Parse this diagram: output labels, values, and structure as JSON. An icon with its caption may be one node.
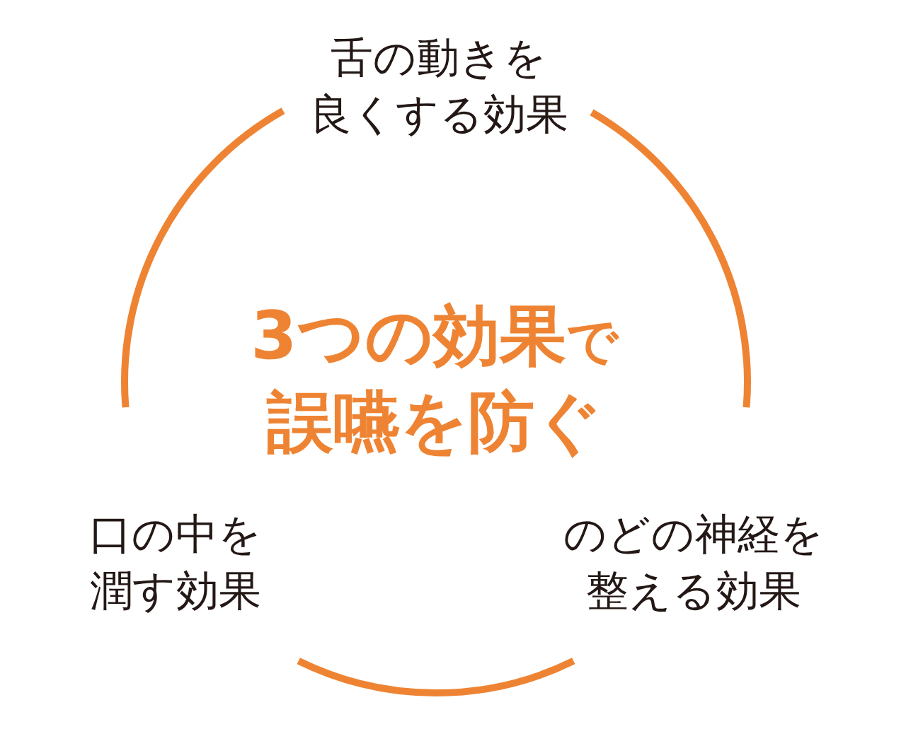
{
  "diagram": {
    "nodes": [
      {
        "text": [
          "舌の動きを良くする効果"
        ]
      },
      {
        "text": [
          "口の中を潤す効果"
        ]
      },
      {
        "text": [
          "のどの神経を整える効果"
        ]
      }
    ],
    "edges": [
      {
        "from": 0,
        "to": 1,
        "arrow": "none"
      },
      {
        "from": 1,
        "to": 2,
        "arrow": "none"
      },
      {
        "from": 2,
        "to": 0,
        "arrow": "none"
      }
    ],
    "labels": [
      "3つの効果で誤嚥を防ぐ"
    ]
  }
}
